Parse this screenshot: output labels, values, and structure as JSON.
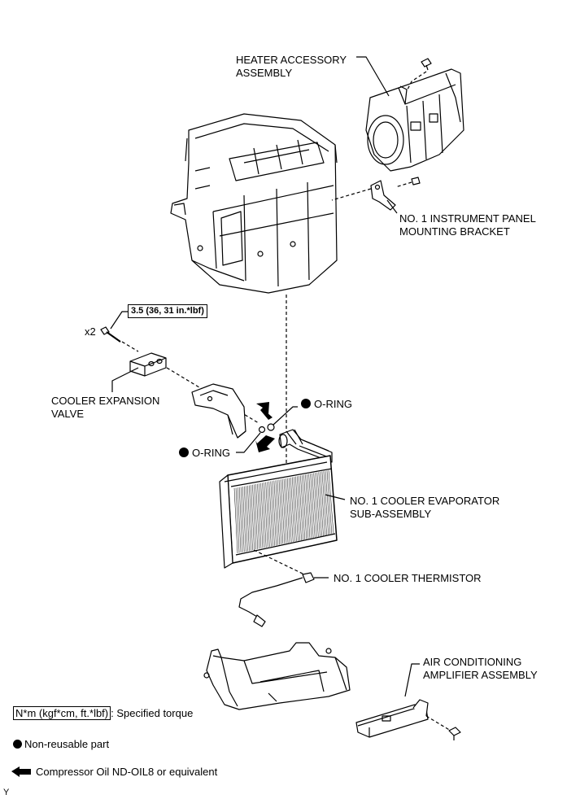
{
  "labels": {
    "heater_accessory": "HEATER ACCESSORY\nASSEMBLY",
    "instrument_bracket": "NO. 1 INSTRUMENT PANEL\nMOUNTING BRACKET",
    "torque_spec": "3.5 (36, 31 in.*lbf)",
    "qty": "x2",
    "expansion_valve": "COOLER EXPANSION\nVALVE",
    "o_ring_upper": "O-RING",
    "o_ring_lower": "O-RING",
    "evaporator": "NO. 1 COOLER EVAPORATOR\nSUB-ASSEMBLY",
    "thermistor": "NO. 1 COOLER THERMISTOR",
    "amplifier": "AIR CONDITIONING\nAMPLIFIER ASSEMBLY"
  },
  "legend": {
    "torque_unit": "N*m (kgf*cm, ft.*lbf)",
    "torque_text": ": Specified torque",
    "non_reusable": "Non-reusable part",
    "oil": "Compressor Oil ND-OIL8 or equivalent"
  },
  "figure_code": "Y"
}
